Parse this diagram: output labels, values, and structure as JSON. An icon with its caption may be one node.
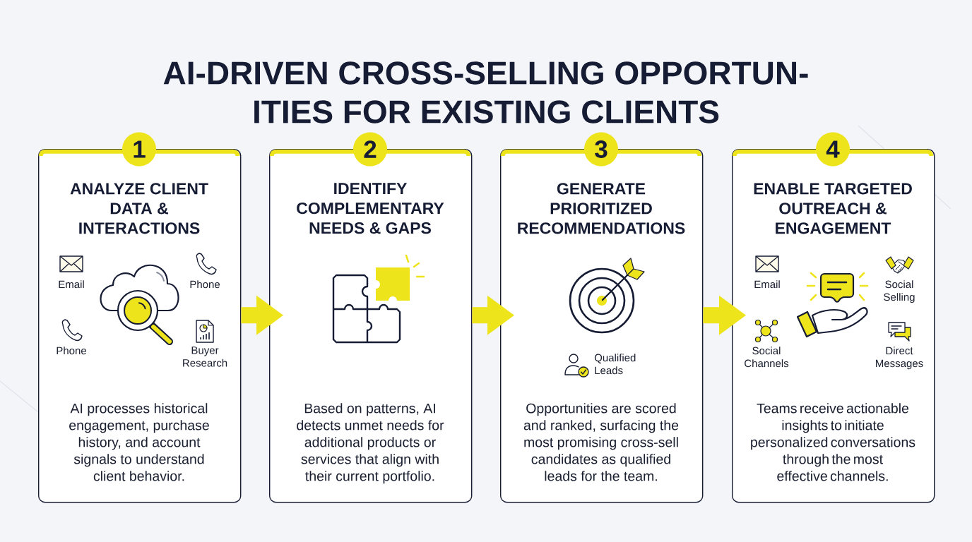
{
  "diagram": {
    "title": "AI-DRIVEN CROSS-SELLING OPPORTUN- ITIES FOR EXISTING CLIENTS",
    "nodes": [
      {
        "text": [
          "1"
        ]
      },
      {
        "text": [
          "ANALYZE CLIENT DATA & INTERACTIONS",
          "AI processes historical engagement, purchase history, and account signals to understand client behavior."
        ]
      },
      {
        "text": [
          "2"
        ]
      },
      {
        "text": [
          "IDENTIFY COMPLEMENTARY NEEDS & GAPS",
          "Based on patterns, AI detects unmet needs for additional products or services that align with their current portfolio."
        ]
      },
      {
        "text": [
          "3"
        ]
      },
      {
        "text": [
          "GENERATE PRIORITIZED RECOMMENDATIONS",
          "Opportunities are scored and ranked, surfacing the most promising cross-sell candidates as qualified leads for the team."
        ]
      },
      {
        "text": [
          "4"
        ]
      },
      {
        "text": [
          "ENABLE TARGETED OUTREACH & ENGAGEMENT",
          "Teams receive actionable insights to initiate personalized conversations through the most effective channels."
        ]
      }
    ],
    "edges": [
      {
        "from": 1,
        "to": 3,
        "arrow": "to"
      },
      {
        "from": 3,
        "to": 5,
        "arrow": "to"
      },
      {
        "from": 5,
        "to": 7,
        "arrow": "to"
      }
    ],
    "labels": [
      "Email",
      "Phone",
      "Phone",
      "Buyer Research",
      "Qualified Leads",
      "Email",
      "Social Selling",
      "Social Channels",
      "Direct Messages"
    ]
  }
}
